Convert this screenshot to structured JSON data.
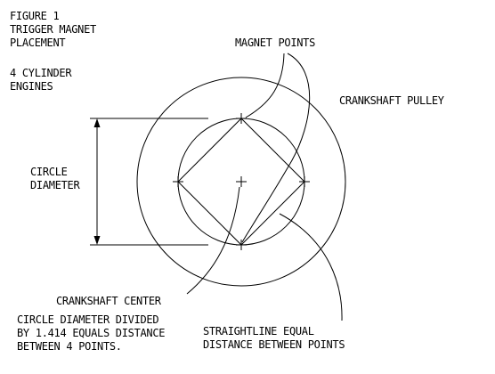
{
  "figure": {
    "title_lines": [
      "FIGURE 1",
      "TRIGGER MAGNET",
      "PLACEMENT"
    ],
    "subtitle_lines": [
      "4 CYLINDER",
      "ENGINES"
    ]
  },
  "labels": {
    "magnet_points": "MAGNET POINTS",
    "crankshaft_pulley": "CRANKSHAFT PULLEY",
    "circle_diameter_lines": [
      "CIRCLE",
      "DIAMETER"
    ],
    "crankshaft_center": "CRANKSHAFT CENTER",
    "divided_note_lines": [
      "CIRCLE DIAMETER DIVIDED",
      "BY 1.414 EQUALS DISTANCE",
      "BETWEEN 4 POINTS."
    ],
    "straightline_note_lines": [
      "STRAIGHTLINE EQUAL",
      "DISTANCE BETWEEN POINTS"
    ]
  },
  "colors": {
    "ink": "#000000",
    "background": "#ffffff"
  }
}
